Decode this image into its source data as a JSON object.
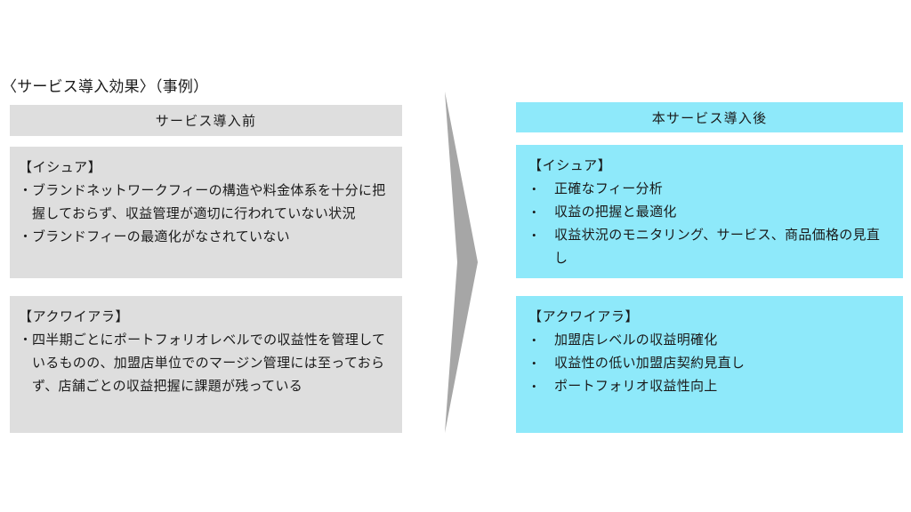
{
  "slide": {
    "title": "〈サービス導入効果〉（事例）",
    "colors": {
      "before_panel": "#dedede",
      "after_panel": "#8ee9fa",
      "arrow": "#a6a6a6",
      "text": "#1a1a1a",
      "background": "#ffffff"
    }
  },
  "before": {
    "header": "サービス導入前",
    "sections": [
      {
        "heading": "【イシュア】",
        "marker": "・",
        "bullets": [
          "ブランドネットワークフィーの構造や料金体系を十分に把握しておらず、収益管理が適切に行われていない状況",
          "ブランドフィーの最適化がなされていない"
        ]
      },
      {
        "heading": "【アクワイアラ】",
        "marker": "・",
        "bullets": [
          "四半期ごとにポートフォリオレベルでの収益性を管理しているものの、加盟店単位でのマージン管理には至っておらず、店舗ごとの収益把握に課題が残っている"
        ]
      }
    ]
  },
  "after": {
    "header": "本サービス導入後",
    "sections": [
      {
        "heading": "【イシュア】",
        "marker": "•",
        "bullets": [
          "正確なフィー分析",
          "収益の把握と最適化",
          "収益状況のモニタリング、サービス、商品価格の見直し"
        ]
      },
      {
        "heading": "【アクワイアラ】",
        "marker": "•",
        "bullets": [
          "加盟店レベルの収益明確化",
          "収益性の低い加盟店契約見直し",
          "ポートフォリオ収益性向上"
        ]
      }
    ]
  },
  "arrow": {
    "name": "transition-arrow",
    "direction": "right"
  }
}
